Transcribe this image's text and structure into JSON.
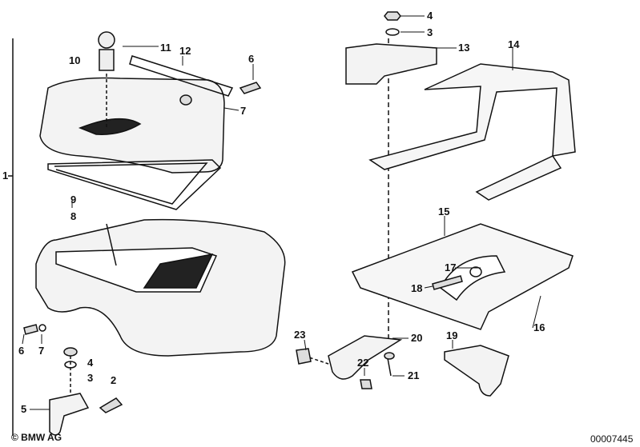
{
  "callouts": {
    "c1": "1",
    "c2": "2",
    "c3a": "3",
    "c3b": "3",
    "c4a": "4",
    "c4b": "4",
    "c5": "5",
    "c6a": "6",
    "c6b": "6",
    "c7a": "7",
    "c7b": "7",
    "c8": "8",
    "c9": "9",
    "c10": "10",
    "c11": "11",
    "c12": "12",
    "c13": "13",
    "c14": "14",
    "c15": "15",
    "c16": "16",
    "c17": "17",
    "c18": "18",
    "c19": "19",
    "c20": "20",
    "c21": "21",
    "c22": "22",
    "c23": "23"
  },
  "footer": {
    "copyright": "© BMW AG",
    "diagram_number": "00007445"
  }
}
